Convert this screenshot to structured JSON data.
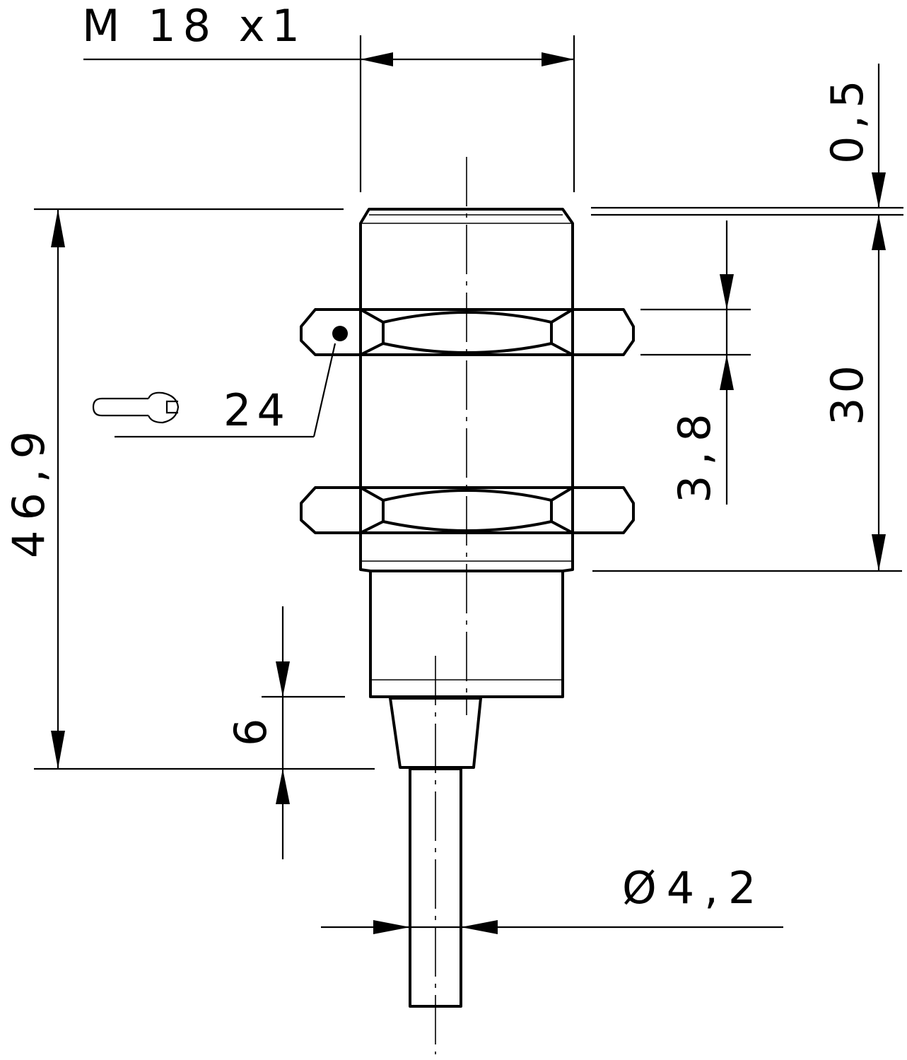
{
  "drawing": {
    "thread_label": "M 18 x1",
    "wrench_size_label": "24",
    "overall_length_label": "46,9",
    "thread_length_label": "30",
    "face_offset_label": "0,5",
    "nut_thickness_label": "3,8",
    "strain_relief_label": "6",
    "cable_diameter_label": "Ø4,2"
  },
  "colors": {
    "line": "#000000",
    "background": "#ffffff"
  },
  "icons": {
    "wrench": "wrench-icon"
  }
}
